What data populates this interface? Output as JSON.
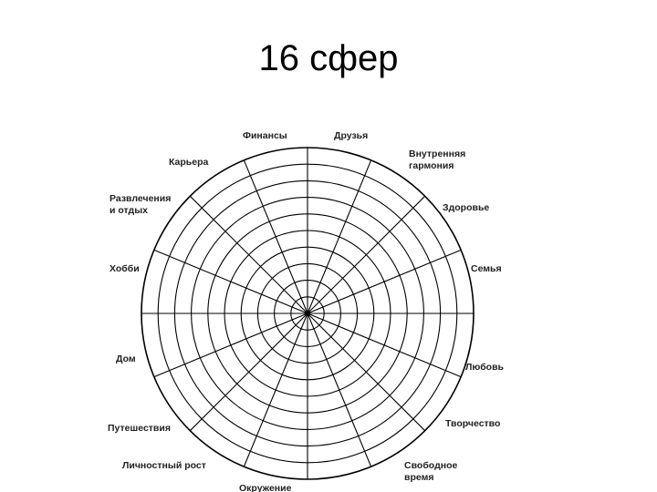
{
  "title": "16 сфер",
  "wheel": {
    "ring_count": 10,
    "spoke_count": 16,
    "line_color": "#000000",
    "sectors": [
      {
        "lines": [
          "Финансы"
        ]
      },
      {
        "lines": [
          "Друзья"
        ]
      },
      {
        "lines": [
          "Внутренняя",
          "гармония"
        ]
      },
      {
        "lines": [
          "Здоровье"
        ]
      },
      {
        "lines": [
          "Семья"
        ]
      },
      {
        "lines": [
          "Любовь"
        ]
      },
      {
        "lines": [
          "Творчество"
        ]
      },
      {
        "lines": [
          "Свободное",
          "время"
        ]
      },
      {
        "lines": [
          "Окружение"
        ]
      },
      {
        "lines": [
          "Личностный рост"
        ]
      },
      {
        "lines": [
          "Путешествия"
        ]
      },
      {
        "lines": [
          "Дом"
        ]
      },
      {
        "lines": [
          "Хобби"
        ]
      },
      {
        "lines": [
          "Развлечения",
          "и отдых"
        ]
      },
      {
        "lines": [
          "Карьера"
        ]
      }
    ]
  }
}
